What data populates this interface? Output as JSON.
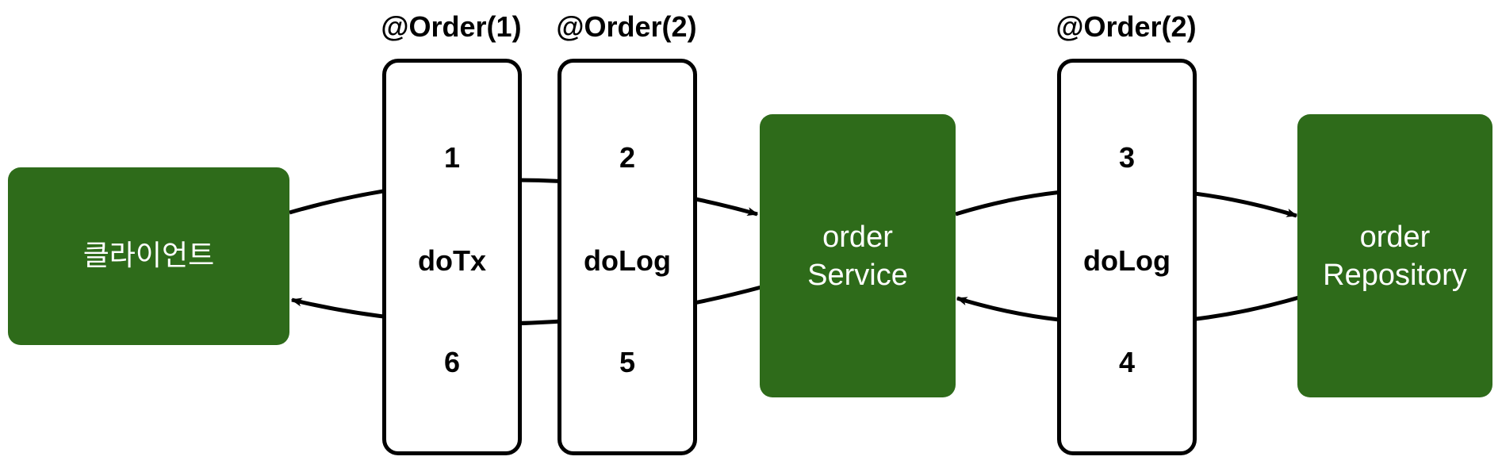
{
  "nodes": {
    "client": {
      "label": "클라이언트"
    },
    "order_service": {
      "label": "order\nService"
    },
    "order_repository": {
      "label": "order\nRepository"
    }
  },
  "aspects": [
    {
      "order_label": "@Order(1)",
      "name": "doTx",
      "step_in": "1",
      "step_out": "6"
    },
    {
      "order_label": "@Order(2)",
      "name": "doLog",
      "step_in": "2",
      "step_out": "5"
    },
    {
      "order_label": "@Order(2)",
      "name": "doLog",
      "step_in": "3",
      "step_out": "4"
    }
  ],
  "colors": {
    "node_fill": "#2e6b1a",
    "node_text": "#ffffff",
    "stroke": "#000000"
  }
}
